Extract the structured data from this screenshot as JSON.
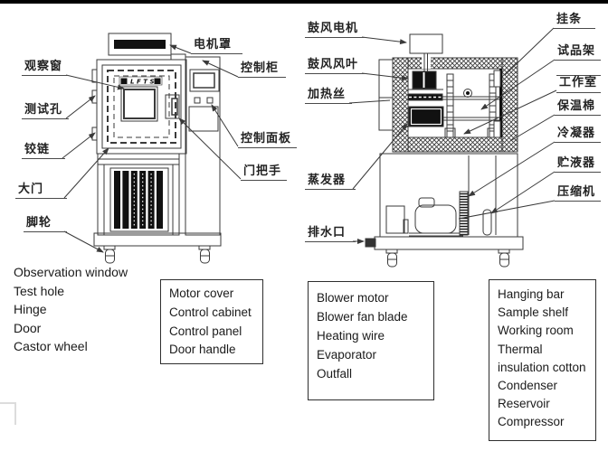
{
  "logo": "LFTS",
  "left_diagram": {
    "labels_left": [
      "观察窗",
      "测试孔",
      "铰链",
      "大门",
      "脚轮"
    ],
    "labels_right": [
      "电机罩",
      "控制柜",
      "控制面板",
      "门把手"
    ]
  },
  "right_diagram": {
    "labels_left": [
      "鼓风电机",
      "鼓风风叶",
      "加热丝",
      "蒸发器",
      "排水口"
    ],
    "labels_right": [
      "挂条",
      "试品架",
      "工作室",
      "保温棉",
      "冷凝器",
      "贮液器",
      "压缩机"
    ]
  },
  "legend": {
    "plain_list": [
      "Observation window",
      "Test hole",
      "Hinge",
      "Door",
      "Castor wheel"
    ],
    "box1": [
      "Motor cover",
      "Control cabinet",
      "Control panel",
      "Door handle"
    ],
    "box2": [
      "Blower motor",
      "Blower fan blade",
      "Heating wire",
      "Evaporator",
      "Outfall"
    ],
    "box3": [
      "Hanging bar",
      "Sample shelf",
      "Working room",
      "Thermal",
      "insulation cotton",
      "Condenser",
      "Reservoir",
      "Compressor"
    ]
  },
  "colors": {
    "line": "#3a3a3a",
    "ink": "#111111",
    "label_underline": "#4a4a4a",
    "top_bar": "#000000"
  }
}
